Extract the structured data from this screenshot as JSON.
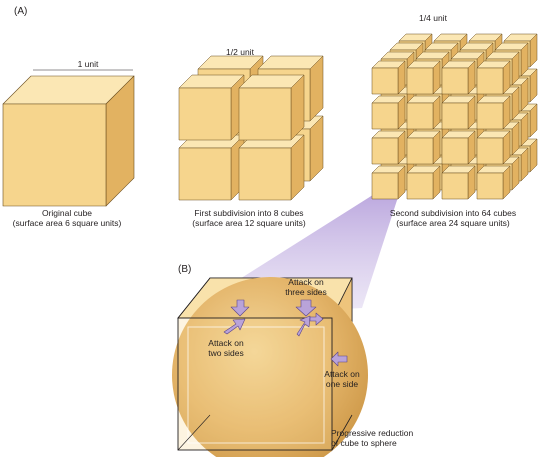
{
  "panel_a": {
    "label": "(A)",
    "unit_label_1": "1 unit",
    "unit_label_half": "1/2 unit",
    "unit_label_quarter": "1/4 unit",
    "caption_1_line1": "Original cube",
    "caption_1_line2": "(surface area 6 square units)",
    "caption_2_line1": "First subdivision into 8 cubes",
    "caption_2_line2": "(surface area 12 square units)",
    "caption_3_line1": "Second subdivision into 64 cubes",
    "caption_3_line2": "(surface area 24 square units)"
  },
  "panel_b": {
    "label": "(B)",
    "attack_three_line1": "Attack on",
    "attack_three_line2": "three sides",
    "attack_two_line1": "Attack on",
    "attack_two_line2": "two sides",
    "attack_one_line1": "Attack on",
    "attack_one_line2": "one side",
    "caption_line1": "Progressive reduction",
    "caption_line2": "of cube to sphere"
  },
  "colors": {
    "cube_front": "#f6d58d",
    "cube_top": "#fbe7b4",
    "cube_side": "#e2b261",
    "sphere": "#e2b568",
    "arrow": "#b9a3d9",
    "callout": "#c9b8e4"
  }
}
